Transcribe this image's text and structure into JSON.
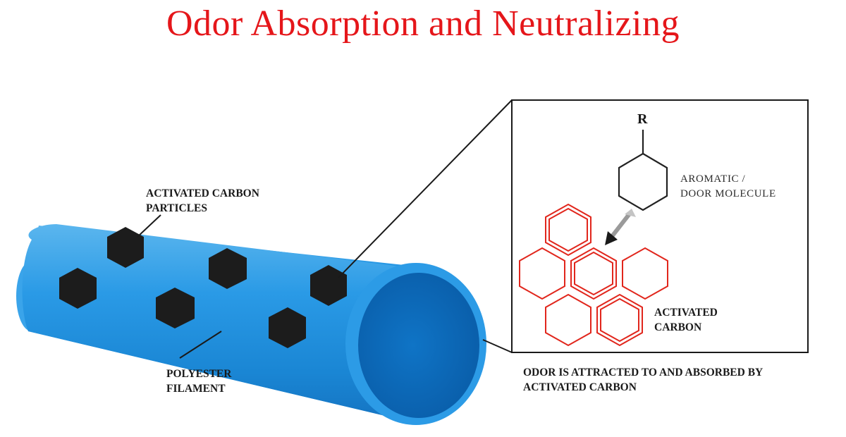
{
  "title": "Odor Absorption and Neutralizing",
  "labels": {
    "carbon_particles": [
      "ACTIVATED CARBON",
      "PARTICLES"
    ],
    "filament": [
      "POLYESTER",
      "FILAMENT"
    ],
    "r_group": "R",
    "molecule": [
      "AROMATIC /",
      "DOOR MOLECULE"
    ],
    "activated_carbon": [
      "ACTIVATED",
      "CARBON"
    ],
    "caption": [
      "ODOR IS ATTRACTED TO AND ABSORBED BY",
      "ACTIVATED CARBON"
    ]
  },
  "colors": {
    "title": "#e5161a",
    "filament_body": "#1e88d6",
    "filament_end": "#0d6fc0",
    "carbon_particle": "#1c1c1c",
    "carbon_lattice": "#e1261c",
    "molecule": "#222222"
  }
}
